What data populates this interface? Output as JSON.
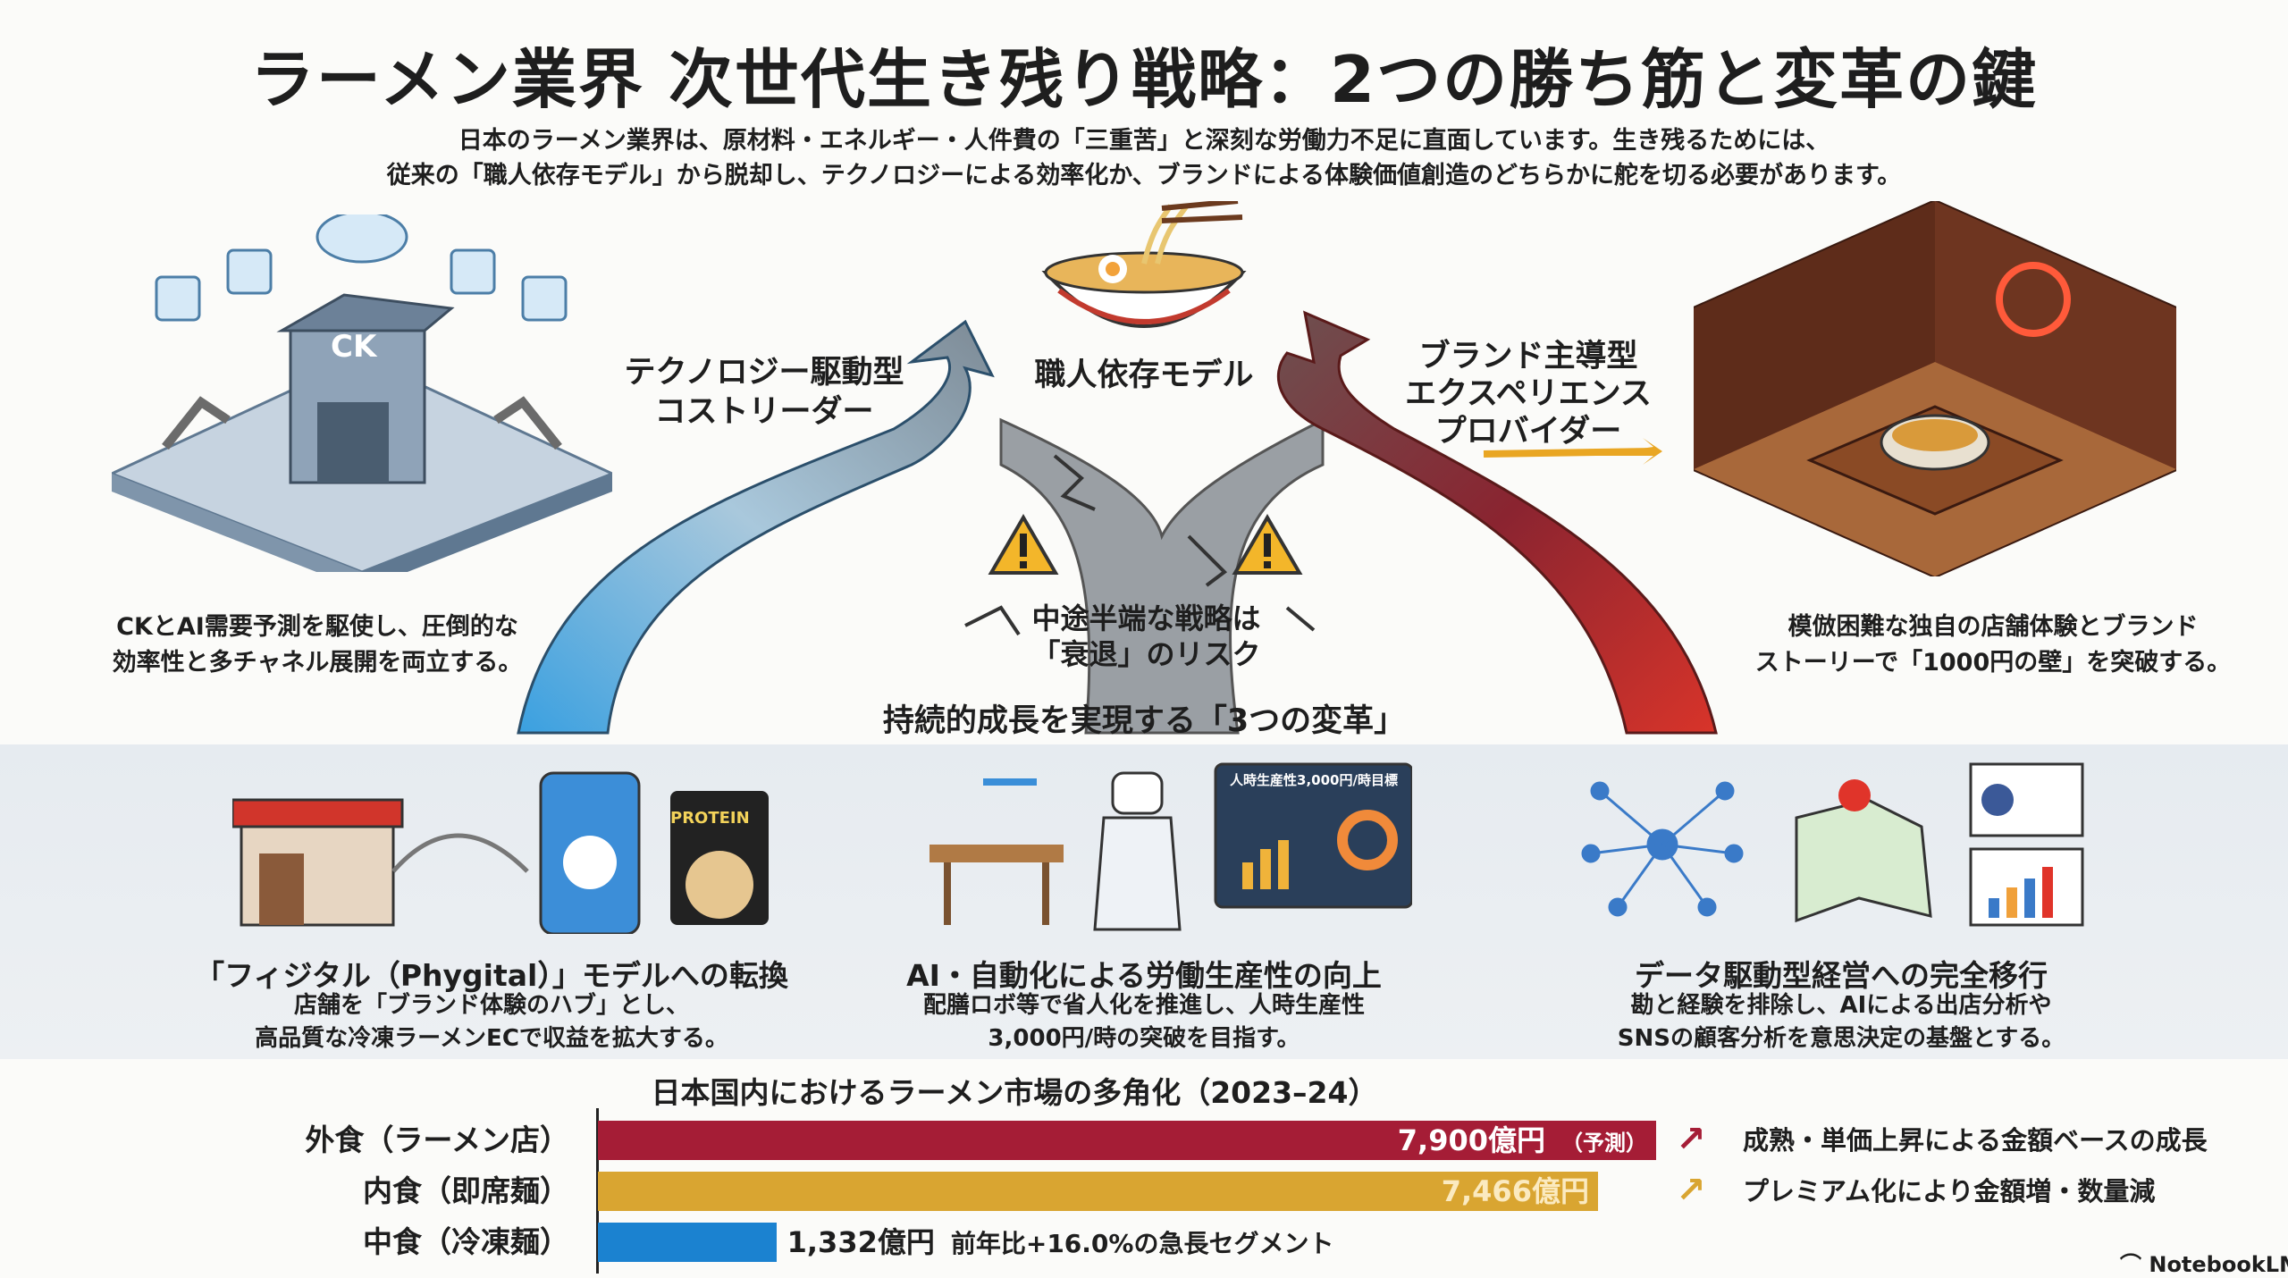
{
  "title": "ラーメン業界 次世代生き残り戦略：2つの勝ち筋と変革の鍵",
  "subtitle": [
    "日本のラーメン業界は、原材料・エネルギー・人件費の「三重苦」と深刻な労働力不足に直面しています。生き残るためには、",
    "従来の「職人依存モデル」から脱却し、テクノロジーによる効率化か、ブランドによる体験価値創造のどちらかに舵を切る必要があります。"
  ],
  "left": {
    "label": [
      "テクノロジー駆動型",
      "コストリーダー"
    ],
    "desc": [
      "CKとAI需要予測を駆使し、圧倒的な",
      "効率性と多チャネル展開を両立する。"
    ],
    "sign": "CK",
    "color": "#4a90c8"
  },
  "center": {
    "label": "職人依存モデル",
    "risk": [
      "中途半端な戦略は",
      "「衰退」のリスク"
    ]
  },
  "right": {
    "label": [
      "ブランド主導型",
      "エクスペリエンス",
      "プロバイダー"
    ],
    "desc": [
      "模倣困難な独自の店舗体験とブランド",
      "ストーリーで「1000円の壁」を突破する。"
    ],
    "color": "#b3233a"
  },
  "transform_heading": "持続的成長を実現する「3つの変革」",
  "transforms": [
    {
      "title": "「フィジタル（Phygital）」モデルへの転換",
      "desc": [
        "店舗を「ブランド体験のハブ」とし、",
        "高品質な冷凍ラーメンECで収益を拡大する。"
      ],
      "pack": "PROTEIN"
    },
    {
      "title": "AI・自動化による労働生産性の向上",
      "desc": [
        "配膳ロボ等で省人化を推進し、人時生産性",
        "3,000円/時の突破を目指す。"
      ],
      "screen": "人時生産性3,000円/時目標"
    },
    {
      "title": "データ駆動型経営への完全移行",
      "desc": [
        "勘と経験を排除し、AIによる出店分析や",
        "SNSの顧客分析を意思決定の基盤とする。"
      ]
    }
  ],
  "chart_data": {
    "type": "bar",
    "title": "日本国内におけるラーメン市場の多角化（2023–24）",
    "categories": [
      "外食（ラーメン店）",
      "内食（即席麺）",
      "中食（冷凍麺）"
    ],
    "values": [
      7900,
      7466,
      1332
    ],
    "unit": "億円",
    "value_labels": [
      "7,900億円",
      "7,466億円",
      "1,332億円"
    ],
    "notes": [
      "（予測）",
      "",
      "前年比+16.0%の急長セグメント"
    ],
    "annotations": [
      "成熟・単価上昇による金額ベースの成長",
      "プレミアム化により金額増・数量減",
      ""
    ],
    "colors": [
      "#a51d36",
      "#d9a531",
      "#1b82d0"
    ],
    "xlim": [
      0,
      7900
    ]
  },
  "brand": "NotebookLM"
}
